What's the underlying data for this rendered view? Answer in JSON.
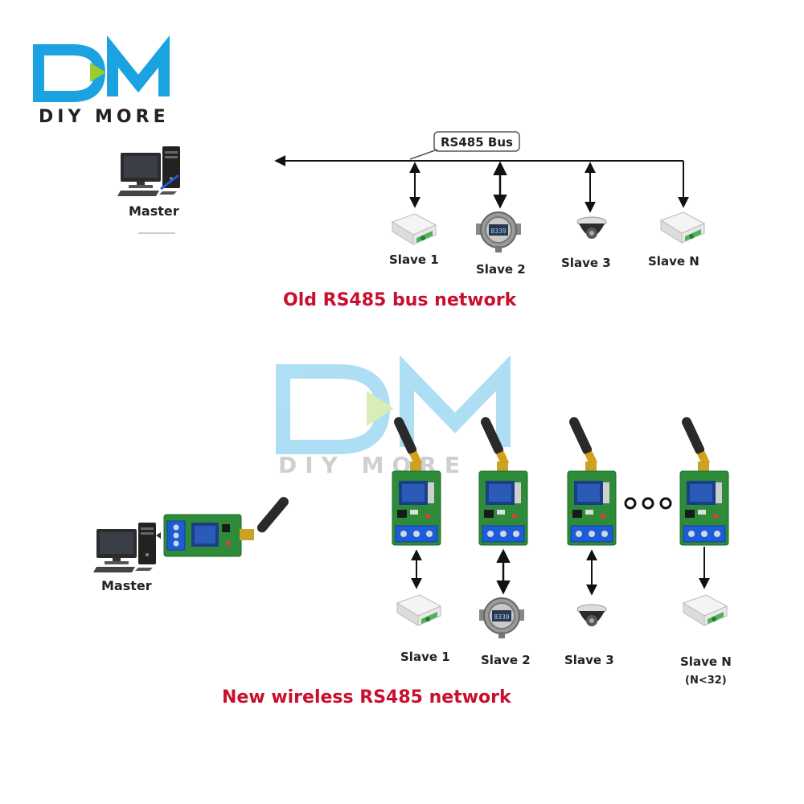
{
  "brand": {
    "logo_letters": "DM",
    "name": "DIY MORE",
    "color_blue": "#1aa3e0",
    "color_green": "#9acd32"
  },
  "old_network": {
    "title": "Old RS485 bus network",
    "bus_label": "RS485 Bus",
    "master_label": "Master",
    "slaves": [
      "Slave 1",
      "Slave 2",
      "Slave 3",
      "Slave N"
    ]
  },
  "new_network": {
    "title": "New wireless RS485 network",
    "master_label": "Master",
    "slaves": [
      "Slave 1",
      "Slave 2",
      "Slave 3",
      "Slave N"
    ],
    "slave_n_note": "(N<32)"
  },
  "colors": {
    "title_red": "#c8102e",
    "pcb_green": "#2e8b3a",
    "terminal_blue": "#1e5bd6"
  }
}
